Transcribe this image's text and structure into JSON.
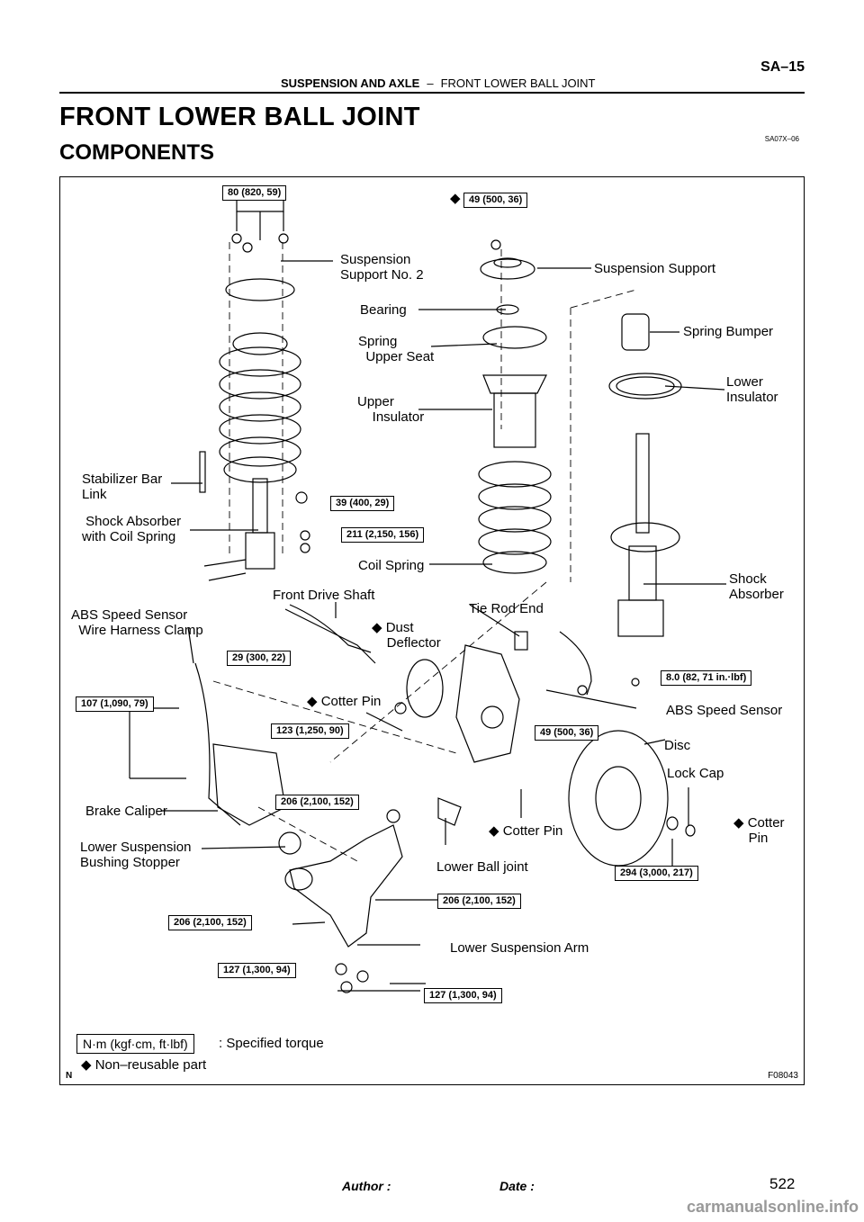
{
  "header": {
    "section": "SUSPENSION AND AXLE",
    "separator": "–",
    "subsection": "FRONT LOWER BALL JOINT",
    "page_code": "SA–15"
  },
  "title": "FRONT LOWER BALL JOINT",
  "subtitle": "COMPONENTS",
  "doc_id": "SA07X–06",
  "diagram": {
    "figure_id": "F08043",
    "corner_mark": "N",
    "labels": {
      "suspension_support_no2": "Suspension\nSupport No. 2",
      "suspension_support": "Suspension Support",
      "bearing": "Bearing",
      "spring_upper_seat": "Spring\n  Upper Seat",
      "spring_bumper": "Spring Bumper",
      "lower_insulator": "Lower\nInsulator",
      "upper_insulator": "Upper\n    Insulator",
      "stabilizer_bar_link": "Stabilizer Bar\nLink",
      "shock_absorber_coil": " Shock Absorber\nwith Coil Spring",
      "coil_spring": "Coil Spring",
      "shock_absorber": "Shock\nAbsorber",
      "front_drive_shaft": "Front Drive Shaft",
      "tie_rod_end": "Tie Rod End",
      "abs_clamp": "ABS Speed Sensor\n  Wire Harness Clamp",
      "dust_deflector": "◆ Dust\n    Deflector",
      "abs_speed_sensor": "ABS Speed Sensor",
      "cotter_pin_1": "◆ Cotter Pin",
      "disc": "Disc",
      "lock_cap": "Lock Cap",
      "brake_caliper": "Brake Caliper",
      "cotter_pin_2": "◆ Cotter Pin",
      "cotter_pin_3": "◆ Cotter\n    Pin",
      "lower_susp_bushing": "Lower Suspension\nBushing Stopper",
      "lower_ball_joint": "Lower Ball joint",
      "lower_susp_arm": "Lower Suspension Arm"
    },
    "torques": {
      "t1": "80 (820, 59)",
      "t2": "49 (500, 36)",
      "t3": "39 (400, 29)",
      "t4": "211 (2,150, 156)",
      "t5": "29 (300, 22)",
      "t6": "107 (1,090, 79)",
      "t7": "8.0 (82, 71 in.·lbf)",
      "t8": "123 (1,250, 90)",
      "t9": "49 (500, 36)",
      "t10": "206 (2,100, 152)",
      "t11": "294 (3,000, 217)",
      "t12": "206 (2,100, 152)",
      "t13": "206 (2,100, 152)",
      "t14": "127 (1,300, 94)",
      "t15": "127 (1,300, 94)"
    },
    "legend": {
      "unit": "N·m (kgf·cm, ft·lbf)",
      "unit_desc": ": Specified torque",
      "nonreusable": "◆ Non–reusable part"
    }
  },
  "footer": {
    "author": "Author :",
    "date": "Date :",
    "page": "522",
    "watermark": "carmanualsonline.info"
  }
}
